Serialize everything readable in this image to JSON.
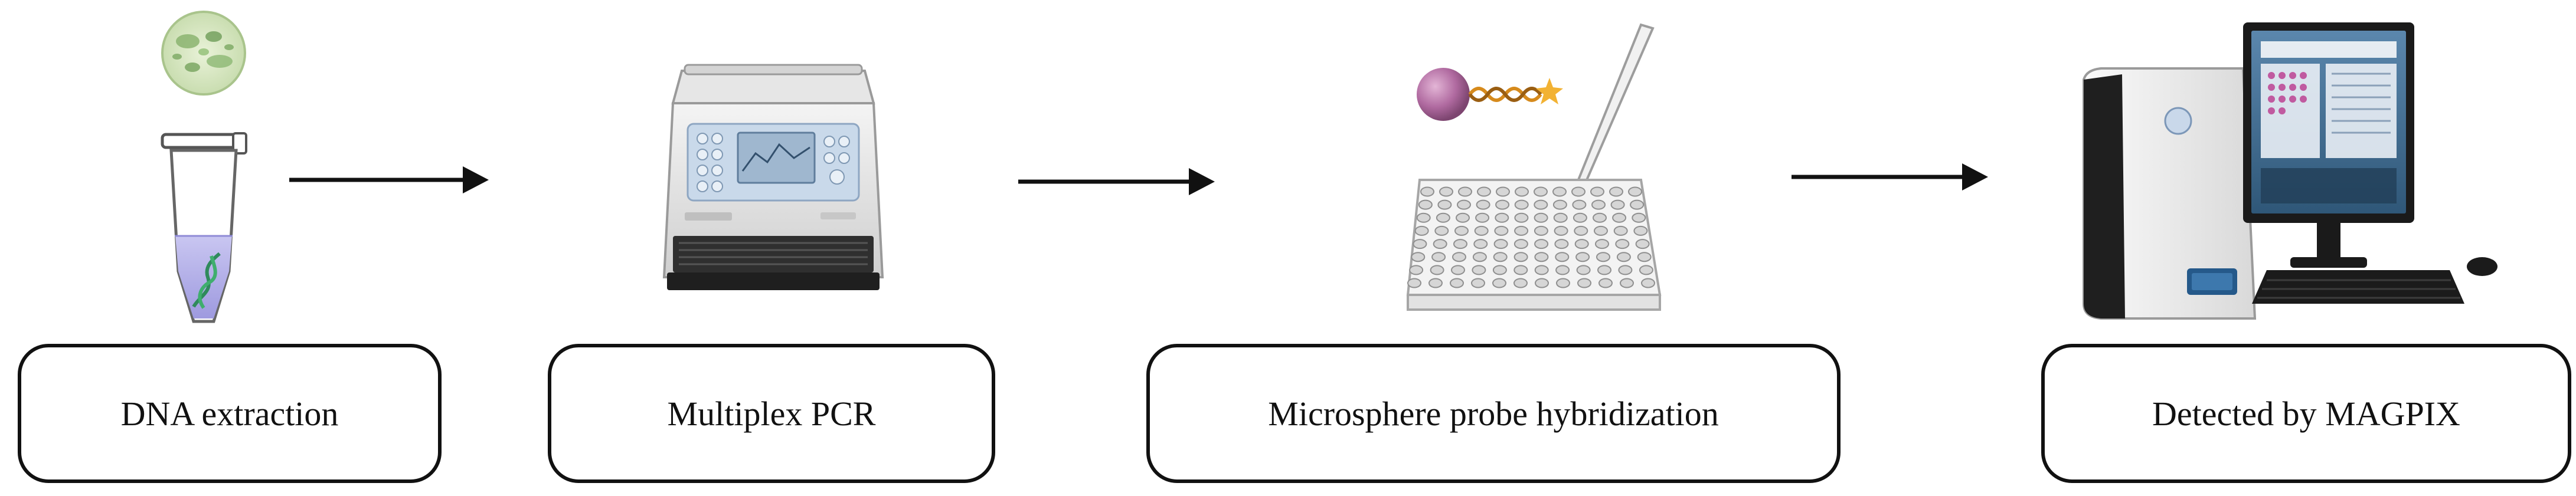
{
  "diagram": {
    "steps": [
      {
        "label": "DNA extraction"
      },
      {
        "label": "Multiplex PCR"
      },
      {
        "label": "Microsphere probe hybridization"
      },
      {
        "label": "Detected by MAGPIX"
      }
    ]
  },
  "icons": {
    "step1": [
      "bacteria-culture-icon",
      "microcentrifuge-tube-icon"
    ],
    "step2": "thermal-cycler-icon",
    "step3": [
      "microsphere-probe-icon",
      "pipette-icon",
      "microplate-icon"
    ],
    "step4": [
      "magpix-instrument-icon",
      "computer-monitor-icon",
      "keyboard-icon",
      "mouse-icon"
    ]
  },
  "colors": {
    "line": "#111111",
    "tube_liquid": "#b6b3e8",
    "microsphere": "#b06aa0",
    "probe_strand": "#d68a1c",
    "screen": "#3d6f95"
  }
}
